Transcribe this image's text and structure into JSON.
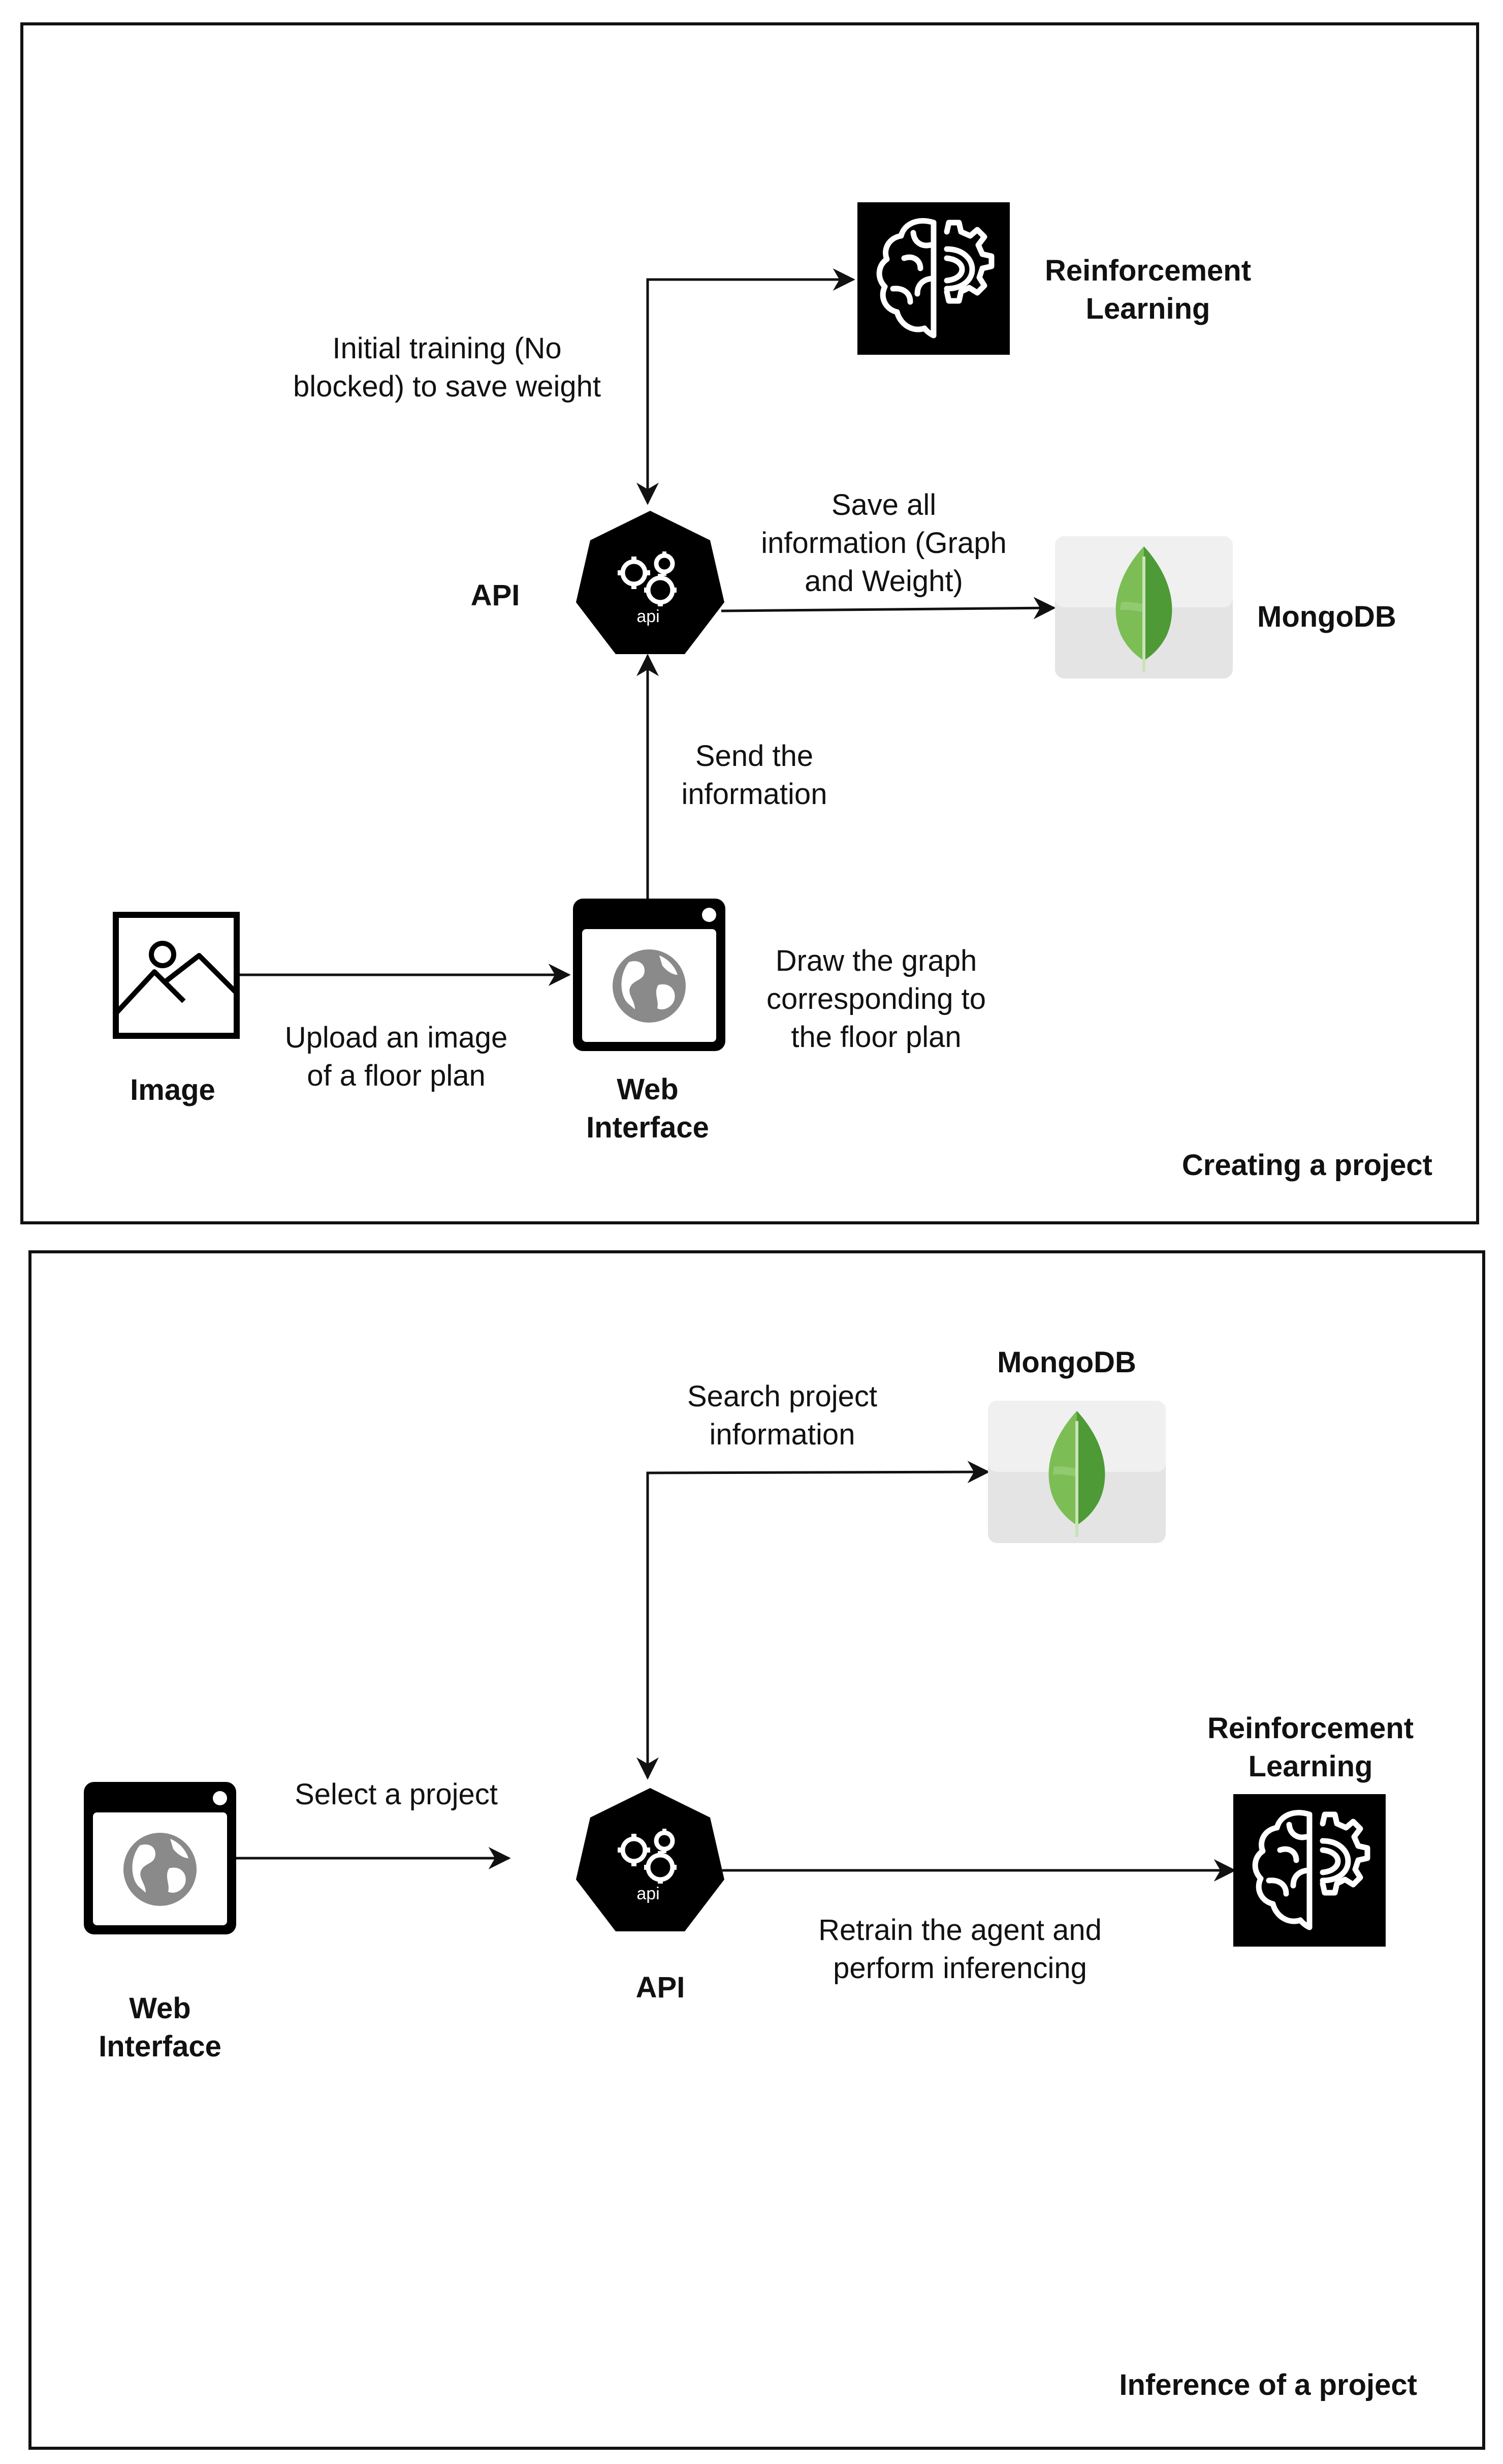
{
  "panels": {
    "creating": {
      "title": "Creating a project",
      "nodes": {
        "rl": {
          "label": "Reinforcement\nLearning",
          "icon": "brain-gear-icon"
        },
        "api": {
          "label": "API",
          "icon": "api-hexagon-icon",
          "icon_text": "api"
        },
        "mongodb": {
          "label": "MongoDB",
          "icon": "mongodb-leaf-icon"
        },
        "web": {
          "label": "Web\nInterface",
          "icon": "web-browser-icon"
        },
        "image": {
          "label": "Image",
          "icon": "image-icon"
        }
      },
      "edges": {
        "initial_training": "Initial training (No\nblocked) to save weight",
        "save_all": "Save all\ninformation (Graph\nand Weight)",
        "send_info": "Send the\ninformation",
        "upload": "Upload an image\nof a floor plan",
        "draw_graph": "Draw the graph\ncorresponding to\nthe floor plan"
      }
    },
    "inference": {
      "title": "Inference of a project",
      "nodes": {
        "mongodb": {
          "label": "MongoDB",
          "icon": "mongodb-leaf-icon"
        },
        "rl": {
          "label": "Reinforcement\nLearning",
          "icon": "brain-gear-icon"
        },
        "api": {
          "label": "API",
          "icon": "api-hexagon-icon",
          "icon_text": "api"
        },
        "web": {
          "label": "Web\nInterface",
          "icon": "web-browser-icon"
        }
      },
      "edges": {
        "search": "Search project\ninformation",
        "select": "Select a project",
        "retrain": "Retrain the agent and\nperform inferencing"
      }
    }
  },
  "colors": {
    "line": "#111111",
    "icon_dark": "#000000",
    "leaf_light": "#7cbe55",
    "leaf_dark": "#4e9a36",
    "mongo_tile": "#e6e6e6",
    "globe": "#8a8a8a"
  }
}
